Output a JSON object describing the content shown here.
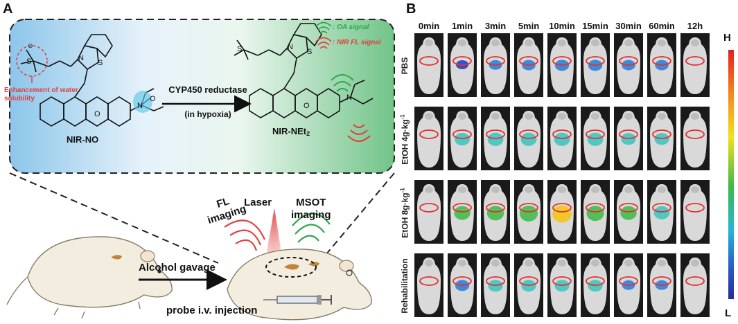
{
  "panel_a": {
    "letter": "A",
    "annotation_water": "Enhancement of water solubility",
    "reaction_arrow_label": "CYP450 reductase",
    "reaction_condition": "(in hypoxia)",
    "compound_left": "NIR-NO",
    "compound_right": "NIR-NEt",
    "compound_right_sub": "2",
    "legend_oa": ": OA signal",
    "legend_fl": ": NIR FL signal",
    "laser": "Laser",
    "fl_imaging": [
      "FL",
      "imaging"
    ],
    "msot_imaging": [
      "MSOT",
      "imaging"
    ],
    "gavage": "Alcohol gavage",
    "injection": "probe i.v. injection",
    "colors": {
      "left_gradient": "#8cc6ea",
      "right_gradient": "#74c68a",
      "fl": "#e04040",
      "oa": "#2aa84a"
    }
  },
  "panel_b": {
    "letter": "B",
    "timepoints": [
      "0min",
      "1min",
      "3min",
      "5min",
      "10min",
      "15min",
      "30min",
      "60min",
      "12h"
    ],
    "rows": [
      {
        "label": "PBS",
        "intensity": [
          0,
          0.25,
          0.3,
          0.35,
          0.4,
          0.4,
          0.35,
          0.35,
          0
        ]
      },
      {
        "label": "EtOH  4g·kg",
        "sup": "-1",
        "intensity": [
          0,
          0.5,
          0.55,
          0.55,
          0.55,
          0.55,
          0.45,
          0.45,
          0
        ]
      },
      {
        "label": "EtOH  8g·kg",
        "sup": "-1",
        "intensity": [
          0,
          0.6,
          0.65,
          0.75,
          0.85,
          0.7,
          0.6,
          0.55,
          0
        ]
      },
      {
        "label": "Rehabilitation",
        "intensity": [
          0,
          0.4,
          0.45,
          0.45,
          0.45,
          0.45,
          0.3,
          0.3,
          0
        ]
      }
    ],
    "scale_high": "H",
    "scale_low": "L"
  }
}
